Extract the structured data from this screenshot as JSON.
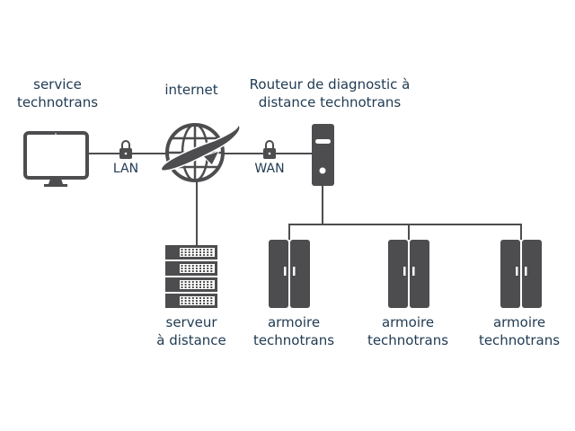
{
  "colors": {
    "icon": "#4d4d4f",
    "line": "#4d4d4f",
    "text": "#1f3a52",
    "background": "#ffffff"
  },
  "nodes": {
    "service": {
      "line1": "service",
      "line2": "technotrans",
      "icon": "monitor-icon"
    },
    "internet": {
      "line1": "internet",
      "icon": "globe-icon"
    },
    "router": {
      "line1": "Routeur de diagnostic à",
      "line2": "distance technotrans",
      "icon": "router-icon"
    },
    "server": {
      "line1": "serveur",
      "line2": "à distance",
      "icon": "server-rack-icon"
    },
    "cabinets": [
      {
        "line1": "armoire",
        "line2": "technotrans",
        "icon": "cabinet-icon"
      },
      {
        "line1": "armoire",
        "line2": "technotrans",
        "icon": "cabinet-icon"
      },
      {
        "line1": "armoire",
        "line2": "technotrans",
        "icon": "cabinet-icon"
      }
    ]
  },
  "links": {
    "lan": {
      "label": "LAN",
      "icon": "lock-icon"
    },
    "wan": {
      "label": "WAN",
      "icon": "lock-icon"
    }
  }
}
